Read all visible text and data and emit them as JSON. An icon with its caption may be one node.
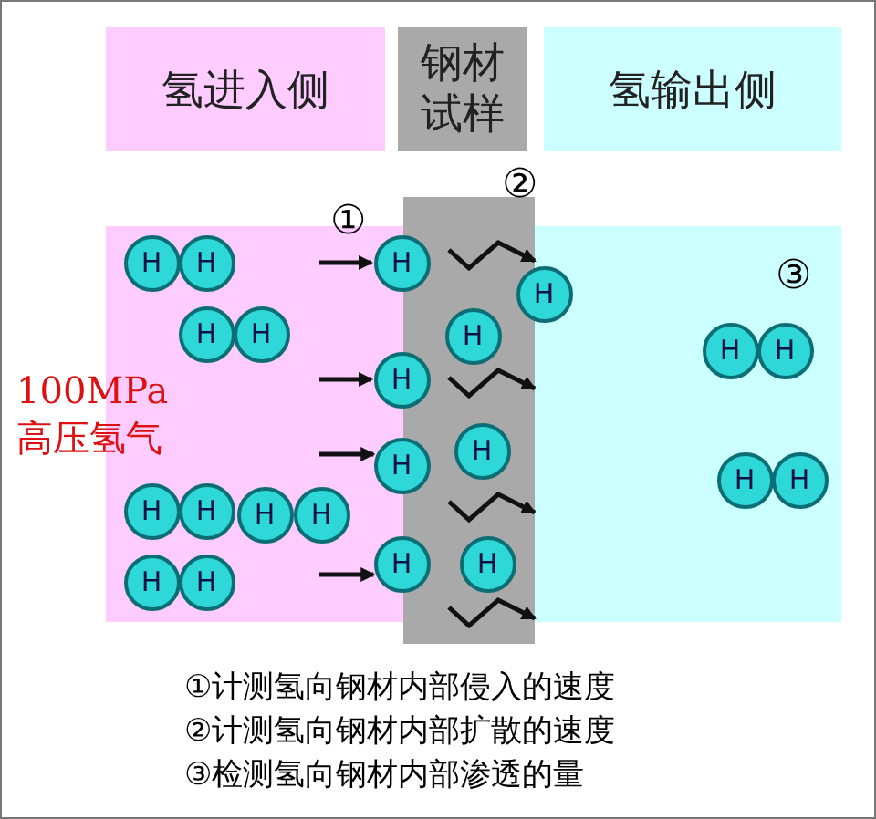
{
  "diagram": {
    "nodes": [
      {
        "text": [
          "氢进入侧"
        ]
      },
      {
        "text": [
          "钢材试样"
        ]
      },
      {
        "text": [
          "氢输出侧"
        ]
      },
      {
        "text": [
          "H"
        ]
      },
      {
        "text": [
          "H"
        ]
      },
      {
        "text": [
          "H"
        ]
      },
      {
        "text": [
          "H"
        ]
      },
      {
        "text": [
          "H"
        ]
      },
      {
        "text": [
          "H"
        ]
      },
      {
        "text": [
          "H"
        ]
      },
      {
        "text": [
          "H"
        ]
      },
      {
        "text": [
          "H"
        ]
      },
      {
        "text": [
          "H"
        ]
      },
      {
        "text": [
          "H"
        ]
      },
      {
        "text": [
          "H"
        ]
      },
      {
        "text": [
          "H"
        ]
      },
      {
        "text": [
          "H"
        ]
      },
      {
        "text": [
          "H"
        ]
      },
      {
        "text": [
          "H"
        ]
      },
      {
        "text": [
          "H"
        ]
      },
      {
        "text": [
          "H"
        ]
      },
      {
        "text": [
          "H"
        ]
      },
      {
        "text": [
          "H"
        ]
      },
      {
        "text": [
          "H"
        ]
      },
      {
        "text": [
          "H"
        ]
      }
    ],
    "edges": [
      {
        "from": null,
        "to": 5,
        "arrow": "to"
      },
      {
        "from": null,
        "to": 12,
        "arrow": "to"
      },
      {
        "from": null,
        "to": 14,
        "arrow": "to"
      },
      {
        "from": null,
        "to": 21,
        "arrow": "to"
      }
    ],
    "labels": [
      "①",
      "②",
      "③",
      "100MPa 高压氢气",
      "①计测氢向钢材内部侵入的速度",
      "②计测氢向钢材内部扩散的速度",
      "③检测氢向钢材内部渗透的量"
    ]
  }
}
